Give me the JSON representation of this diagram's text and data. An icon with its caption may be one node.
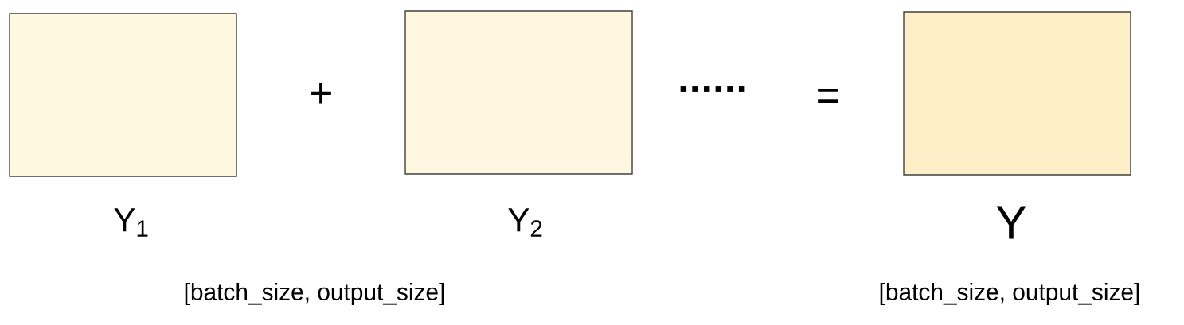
{
  "diagram": {
    "nodes": [
      {
        "text": [],
        "shape": "box",
        "beside": [
          "Y$_{1}$"
        ]
      },
      {
        "text": [],
        "shape": "box",
        "beside": [
          "Y$_{2}$"
        ]
      },
      {
        "text": [],
        "shape": "box",
        "beside": [
          "Y"
        ]
      }
    ],
    "labels": [
      "+",
      "......",
      "=",
      "[batch_size, output_size]",
      "[batch_size, output_size]"
    ]
  }
}
